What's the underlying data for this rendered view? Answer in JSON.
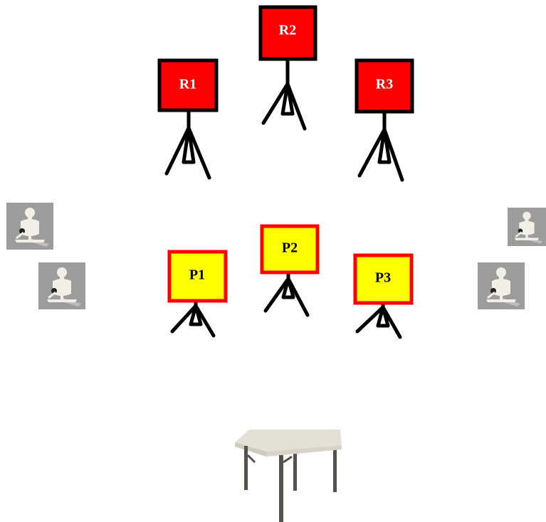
{
  "targets": {
    "steel": [
      {
        "label": "R1"
      },
      {
        "label": "R2"
      },
      {
        "label": "R3"
      }
    ],
    "paper": [
      {
        "label": "P1"
      },
      {
        "label": "P2"
      },
      {
        "label": "P3"
      }
    ]
  },
  "colors": {
    "steel_fill": "#ff0000",
    "steel_border": "#000000",
    "steel_text": "#ffffff",
    "paper_fill": "#ffff00",
    "paper_border": "#ff0000",
    "paper_text": "#000000",
    "stand": "#000000",
    "popper_bg": "#9c9c9c",
    "popper_figure": "#f2efe6",
    "table_top": "#e3e0d5",
    "table_leg": "#55524c"
  },
  "icons": {
    "popper": "popper-target-icon",
    "table": "start-table-icon"
  }
}
